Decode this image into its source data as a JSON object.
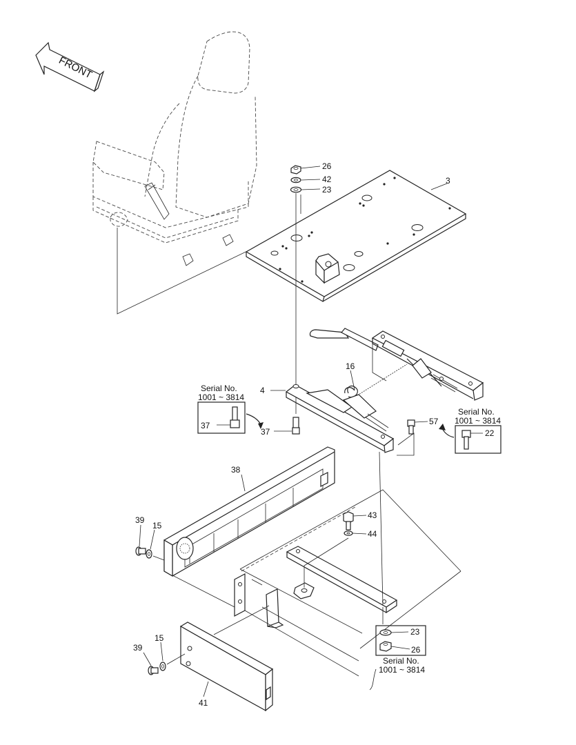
{
  "front_label": "FRONT",
  "callouts": {
    "c26_top": "26",
    "c42": "42",
    "c23_top": "23",
    "c3": "3",
    "c16": "16",
    "c4": "4",
    "c37_box": "37",
    "c37": "37",
    "c57": "57",
    "c22": "22",
    "c38": "38",
    "c39_upper": "39",
    "c15_upper": "15",
    "c43": "43",
    "c44": "44",
    "c23_bottom": "23",
    "c26_bottom": "26",
    "c39_lower": "39",
    "c15_lower": "15",
    "c41": "41"
  },
  "serial_notes": {
    "left": {
      "line1": "Serial No.",
      "line2": "1001 ~ 3814"
    },
    "right": {
      "line1": "Serial No.",
      "line2": "1001 ~ 3814"
    },
    "bottom": {
      "line1": "Serial No.",
      "line2": "1001 ~ 3814"
    }
  }
}
